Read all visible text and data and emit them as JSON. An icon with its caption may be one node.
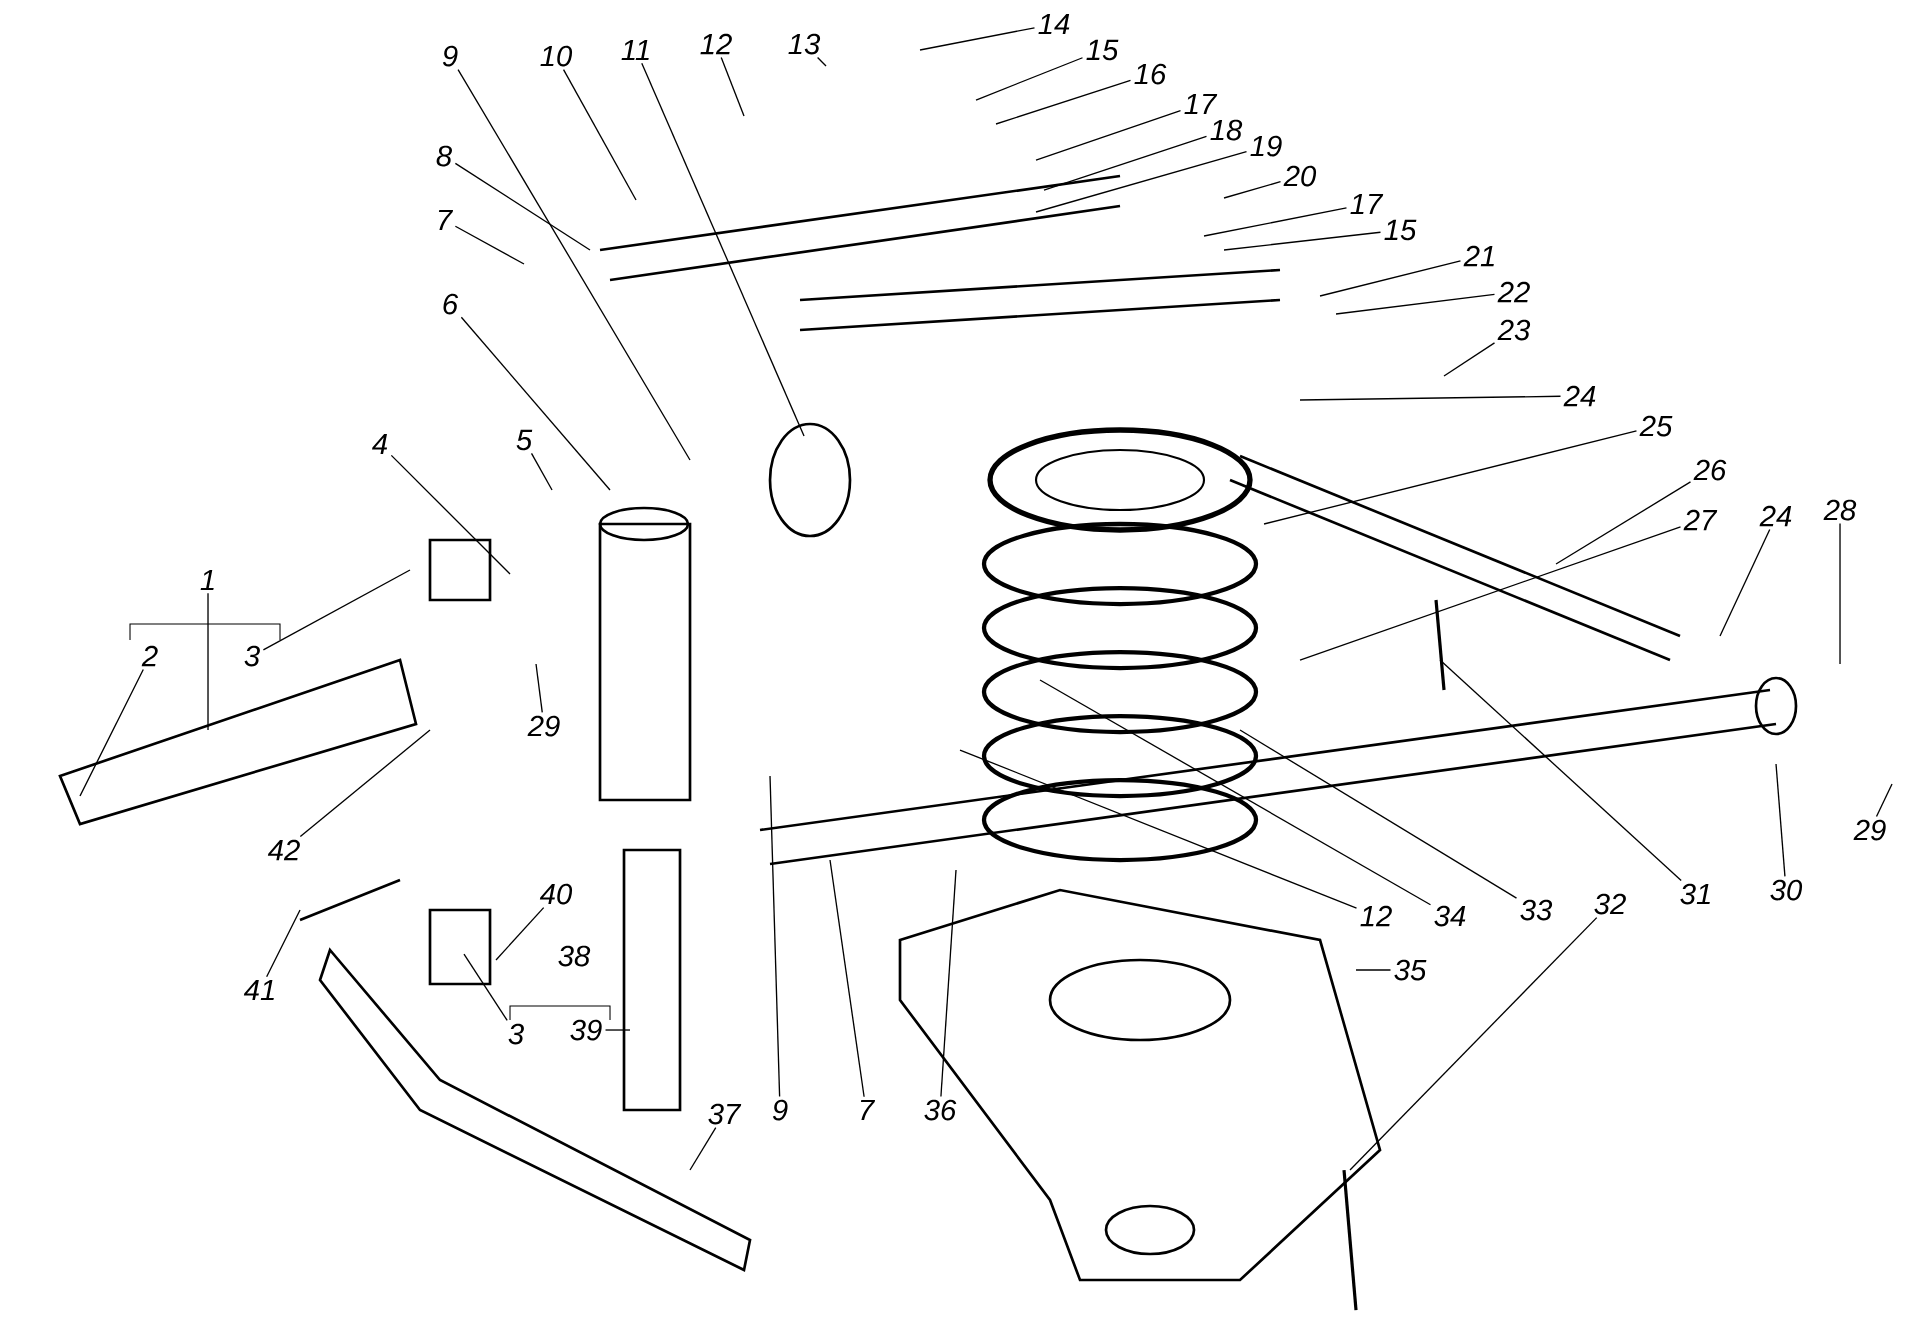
{
  "diagram": {
    "nodes": [
      {
        "text": [
          "9"
        ]
      },
      {
        "text": [
          "10"
        ]
      },
      {
        "text": [
          "11"
        ]
      },
      {
        "text": [
          "12"
        ]
      },
      {
        "text": [
          "13"
        ]
      },
      {
        "text": [
          "14"
        ]
      },
      {
        "text": [
          "15"
        ]
      },
      {
        "text": [
          "16"
        ]
      },
      {
        "text": [
          "17"
        ]
      },
      {
        "text": [
          "18"
        ]
      },
      {
        "text": [
          "19"
        ]
      },
      {
        "text": [
          "20"
        ]
      },
      {
        "text": [
          "8"
        ]
      },
      {
        "text": [
          "17"
        ]
      },
      {
        "text": [
          "15"
        ]
      },
      {
        "text": [
          "7"
        ]
      },
      {
        "text": [
          "21"
        ]
      },
      {
        "text": [
          "22"
        ]
      },
      {
        "text": [
          "6"
        ]
      },
      {
        "text": [
          "23"
        ]
      },
      {
        "text": [
          "24"
        ]
      },
      {
        "text": [
          "25"
        ]
      },
      {
        "text": [
          "5"
        ]
      },
      {
        "text": [
          "4"
        ]
      },
      {
        "text": [
          "26"
        ]
      },
      {
        "text": [
          "27"
        ]
      },
      {
        "text": [
          "24"
        ]
      },
      {
        "text": [
          "28"
        ]
      },
      {
        "text": [
          "1"
        ]
      },
      {
        "text": [
          "2"
        ]
      },
      {
        "text": [
          "3"
        ]
      },
      {
        "text": [
          "29"
        ]
      },
      {
        "text": [
          "29"
        ]
      },
      {
        "text": [
          "42"
        ]
      },
      {
        "text": [
          "30"
        ]
      },
      {
        "text": [
          "31"
        ]
      },
      {
        "text": [
          "32"
        ]
      },
      {
        "text": [
          "33"
        ]
      },
      {
        "text": [
          "34"
        ]
      },
      {
        "text": [
          "12"
        ]
      },
      {
        "text": [
          "40"
        ]
      },
      {
        "text": [
          "35"
        ]
      },
      {
        "text": [
          "41"
        ]
      },
      {
        "text": [
          "3"
        ]
      },
      {
        "text": [
          "39"
        ]
      },
      {
        "text": [
          "9"
        ]
      },
      {
        "text": [
          "7"
        ]
      },
      {
        "text": [
          "36"
        ]
      },
      {
        "text": [
          "37"
        ]
      }
    ],
    "edges": [
      {
        "from": 0,
        "to": null,
        "arrow": "none"
      },
      {
        "from": 1,
        "to": null,
        "arrow": "none"
      },
      {
        "from": 2,
        "to": null,
        "arrow": "none"
      },
      {
        "from": 3,
        "to": null,
        "arrow": "none"
      },
      {
        "from": 4,
        "to": null,
        "arrow": "none"
      },
      {
        "from": 5,
        "to": null,
        "arrow": "none"
      },
      {
        "from": 6,
        "to": null,
        "arrow": "none"
      },
      {
        "from": 7,
        "to": null,
        "arrow": "none"
      },
      {
        "from": 8,
        "to": null,
        "arrow": "none"
      },
      {
        "from": 9,
        "to": null,
        "arrow": "none"
      },
      {
        "from": 10,
        "to": null,
        "arrow": "none"
      },
      {
        "from": 11,
        "to": null,
        "arrow": "none"
      },
      {
        "from": 12,
        "to": null,
        "arrow": "none"
      },
      {
        "from": 13,
        "to": null,
        "arrow": "none"
      },
      {
        "from": 14,
        "to": null,
        "arrow": "none"
      },
      {
        "from": 15,
        "to": null,
        "arrow": "none"
      },
      {
        "from": 16,
        "to": null,
        "arrow": "none"
      },
      {
        "from": 17,
        "to": null,
        "arrow": "none"
      },
      {
        "from": 18,
        "to": null,
        "arrow": "none"
      },
      {
        "from": 19,
        "to": null,
        "arrow": "none"
      },
      {
        "from": 20,
        "to": null,
        "arrow": "none"
      },
      {
        "from": 21,
        "to": null,
        "arrow": "none"
      },
      {
        "from": 22,
        "to": null,
        "arrow": "none"
      },
      {
        "from": 23,
        "to": null,
        "arrow": "none"
      },
      {
        "from": 24,
        "to": null,
        "arrow": "none"
      },
      {
        "from": 25,
        "to": null,
        "arrow": "none"
      },
      {
        "from": 26,
        "to": null,
        "arrow": "none"
      },
      {
        "from": 27,
        "to": null,
        "arrow": "none"
      },
      {
        "from": 28,
        "to": null,
        "arrow": "none"
      },
      {
        "from": 29,
        "to": null,
        "arrow": "none"
      },
      {
        "from": 30,
        "to": null,
        "arrow": "none"
      },
      {
        "from": 31,
        "to": null,
        "arrow": "none"
      },
      {
        "from": 32,
        "to": null,
        "arrow": "none"
      },
      {
        "from": 33,
        "to": null,
        "arrow": "none"
      },
      {
        "from": 34,
        "to": null,
        "arrow": "none"
      },
      {
        "from": 35,
        "to": null,
        "arrow": "none"
      },
      {
        "from": 36,
        "to": null,
        "arrow": "none"
      },
      {
        "from": 37,
        "to": null,
        "arrow": "none"
      },
      {
        "from": 38,
        "to": null,
        "arrow": "none"
      },
      {
        "from": 39,
        "to": null,
        "arrow": "none"
      },
      {
        "from": 40,
        "to": null,
        "arrow": "none"
      },
      {
        "from": 41,
        "to": null,
        "arrow": "none"
      },
      {
        "from": 42,
        "to": null,
        "arrow": "none"
      },
      {
        "from": 43,
        "to": null,
        "arrow": "none"
      },
      {
        "from": 44,
        "to": null,
        "arrow": "none"
      },
      {
        "from": 45,
        "to": null,
        "arrow": "none"
      },
      {
        "from": 46,
        "to": null,
        "arrow": "none"
      },
      {
        "from": 47,
        "to": null,
        "arrow": "none"
      },
      {
        "from": 48,
        "to": null,
        "arrow": "none"
      }
    ],
    "labels": [
      "38"
    ]
  }
}
